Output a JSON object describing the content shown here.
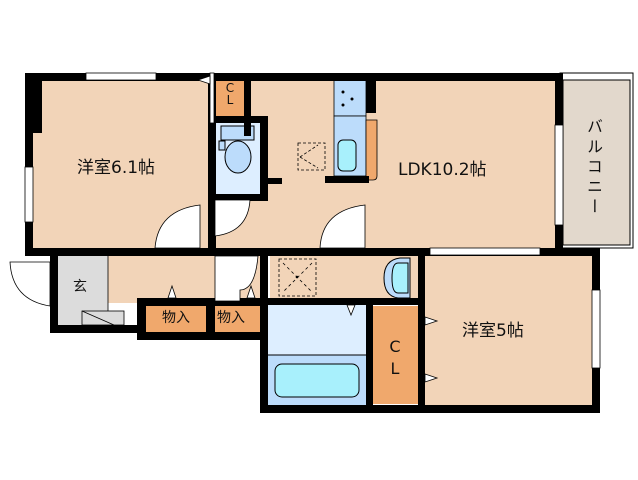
{
  "floor_plan": {
    "rooms": [
      {
        "id": "western-room-1",
        "label": "洋室6.1帖",
        "type": "bedroom",
        "size_jo": 6.1
      },
      {
        "id": "ldk",
        "label": "LDK10.2帖",
        "type": "living-dining-kitchen",
        "size_jo": 10.2
      },
      {
        "id": "western-room-2",
        "label": "洋室5帖",
        "type": "bedroom",
        "size_jo": 5
      },
      {
        "id": "balcony",
        "label": "バルコニー",
        "type": "balcony"
      },
      {
        "id": "entrance",
        "label": "玄",
        "type": "entrance"
      },
      {
        "id": "closet-1",
        "label": "CL",
        "type": "closet"
      },
      {
        "id": "closet-2",
        "label": "CL",
        "type": "closet"
      },
      {
        "id": "storage-1",
        "label": "物入",
        "type": "storage"
      },
      {
        "id": "storage-2",
        "label": "物入",
        "type": "storage"
      }
    ],
    "fixtures": [
      "toilet",
      "kitchen-counter",
      "stove",
      "sink",
      "washbasin",
      "bathtub",
      "washing-machine-space",
      "refrigerator-space"
    ],
    "colors": {
      "room_floor": "#f2d4b8",
      "closet": "#f0a86c",
      "wet_area": "#ddeeff",
      "fixture": "#bcdcfb",
      "water": "#a8f0fc",
      "entrance": "#dcdcdc",
      "balcony": "#e2d8cc",
      "wall": "#000000"
    }
  }
}
